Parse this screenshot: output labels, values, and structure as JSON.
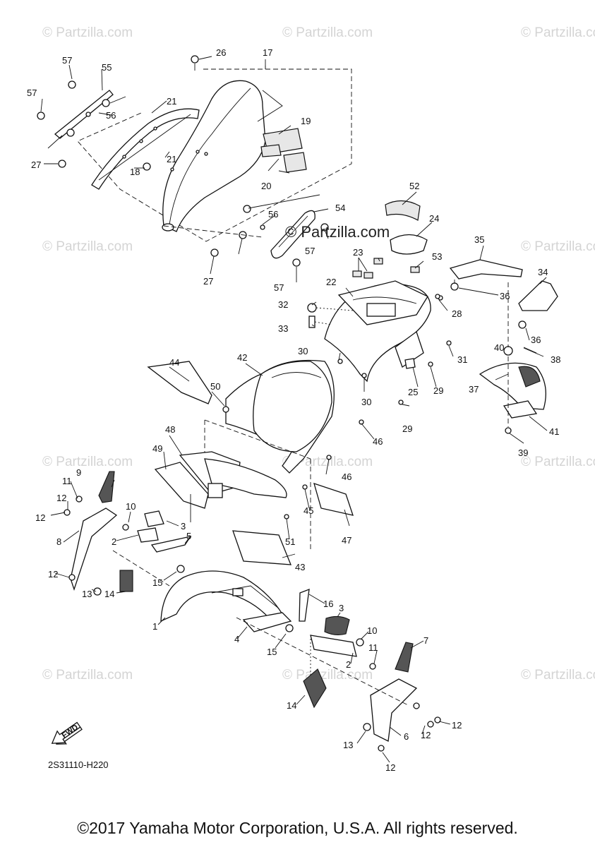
{
  "diagram_code": "2S31110-H220",
  "fwd_label": "FWD",
  "copyright": "©2017 Yamaha Motor Corporation, U.S.A. All rights reserved.",
  "watermark_main": "© Partzilla.com",
  "watermark_faint": "© Partzilla.com",
  "callouts": [
    "1",
    "2",
    "3",
    "4",
    "5",
    "6",
    "7",
    "8",
    "9",
    "10",
    "11",
    "12",
    "13",
    "14",
    "15",
    "16",
    "17",
    "18",
    "19",
    "20",
    "21",
    "22",
    "23",
    "24",
    "25",
    "26",
    "27",
    "28",
    "29",
    "30",
    "31",
    "32",
    "33",
    "34",
    "35",
    "36",
    "37",
    "38",
    "39",
    "40",
    "41",
    "42",
    "43",
    "44",
    "45",
    "46",
    "47",
    "48",
    "49",
    "50",
    "51",
    "52",
    "53",
    "54",
    "55",
    "56",
    "57"
  ]
}
